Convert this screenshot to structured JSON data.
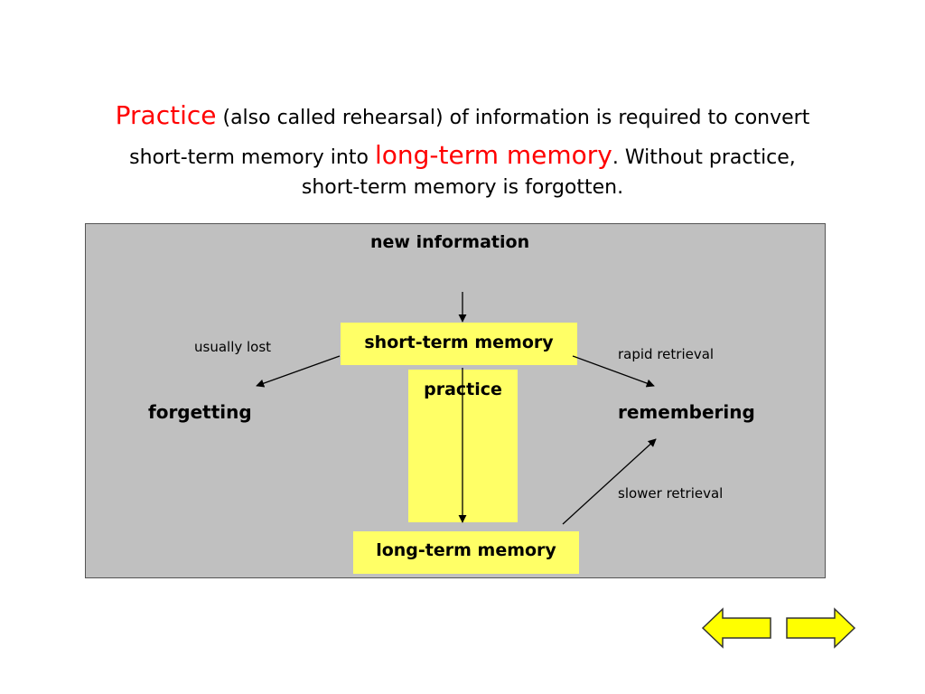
{
  "headline": {
    "word_practice": "Practice",
    "text_a": " (also called rehearsal) of information is required to convert",
    "text_b": "short-term memory into ",
    "word_ltm": "long-term memory",
    "text_c": ".  Without practice,",
    "text_d": "short-term memory is forgotten."
  },
  "diagram": {
    "new_information": "new information",
    "short_term_memory": "short-term memory",
    "practice": "practice",
    "long_term_memory": "long-term memory",
    "usually_lost": "usually lost",
    "forgetting": "forgetting",
    "rapid_retrieval": "rapid retrieval",
    "remembering": "remembering",
    "slower_retrieval": "slower retrieval"
  },
  "colors": {
    "emphasis": "#ff0000",
    "box_fill": "#ffff66",
    "panel_fill": "#c0c0c0",
    "nav_fill": "#ffff00"
  },
  "nav": {
    "back_icon": "left-arrow-icon",
    "next_icon": "right-arrow-icon"
  }
}
